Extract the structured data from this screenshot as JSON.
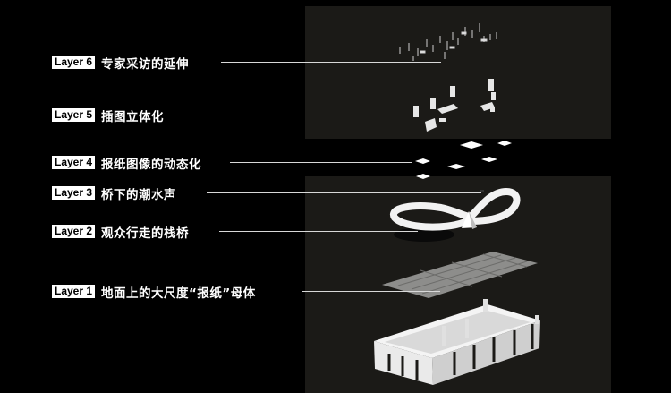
{
  "layers": [
    {
      "tag": "Layer 6",
      "title": "专家采访的延伸"
    },
    {
      "tag": "Layer 5",
      "title": "插图立体化"
    },
    {
      "tag": "Layer 4",
      "title": "报纸图像的动态化"
    },
    {
      "tag": "Layer 3",
      "title": "桥下的潮水声"
    },
    {
      "tag": "Layer 2",
      "title": "观众行走的栈桥"
    },
    {
      "tag": "Layer 1",
      "title": "地面上的大尺度“报纸”母体"
    }
  ],
  "colors": {
    "background": "#000000",
    "panel": "#1b1a17",
    "label_bg": "#ffffff",
    "line": "#d8d8d8"
  }
}
